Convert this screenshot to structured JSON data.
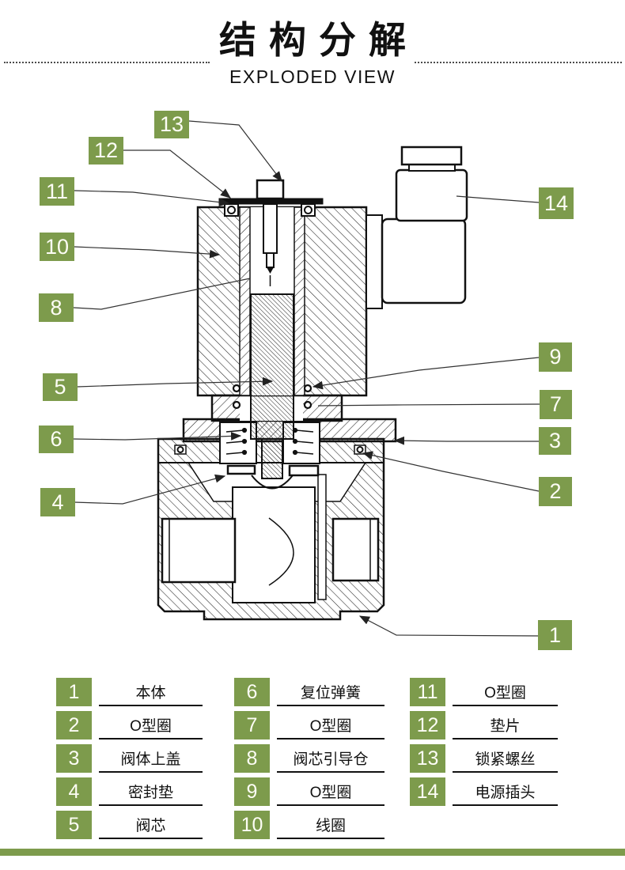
{
  "header": {
    "title_cn": "结构分解",
    "subtitle_en": "EXPLODED VIEW"
  },
  "colors": {
    "accent_green": "#7d9b4c",
    "line_black": "#1a1a1a"
  },
  "diagram": {
    "description_cn": "电磁阀剖面分解图",
    "callouts": [
      {
        "number": "13"
      },
      {
        "number": "12"
      },
      {
        "number": "11"
      },
      {
        "number": "10"
      },
      {
        "number": "8"
      },
      {
        "number": "5"
      },
      {
        "number": "6"
      },
      {
        "number": "4"
      },
      {
        "number": "14"
      },
      {
        "number": "9"
      },
      {
        "number": "7"
      },
      {
        "number": "3"
      },
      {
        "number": "2"
      },
      {
        "number": "1"
      }
    ]
  },
  "parts_table": {
    "columns": [
      {
        "rows": [
          {
            "num": "1",
            "name": "本体"
          },
          {
            "num": "2",
            "name": "O型圈"
          },
          {
            "num": "3",
            "name": "阀体上盖"
          },
          {
            "num": "4",
            "name": "密封垫"
          },
          {
            "num": "5",
            "name": "阀芯"
          }
        ]
      },
      {
        "rows": [
          {
            "num": "6",
            "name": "复位弹簧"
          },
          {
            "num": "7",
            "name": "O型圈"
          },
          {
            "num": "8",
            "name": "阀芯引导仓"
          },
          {
            "num": "9",
            "name": "O型圈"
          },
          {
            "num": "10",
            "name": "线圈"
          }
        ]
      },
      {
        "rows": [
          {
            "num": "11",
            "name": "O型圈"
          },
          {
            "num": "12",
            "name": "垫片"
          },
          {
            "num": "13",
            "name": "锁紧螺丝"
          },
          {
            "num": "14",
            "name": "电源插头"
          }
        ]
      }
    ]
  }
}
